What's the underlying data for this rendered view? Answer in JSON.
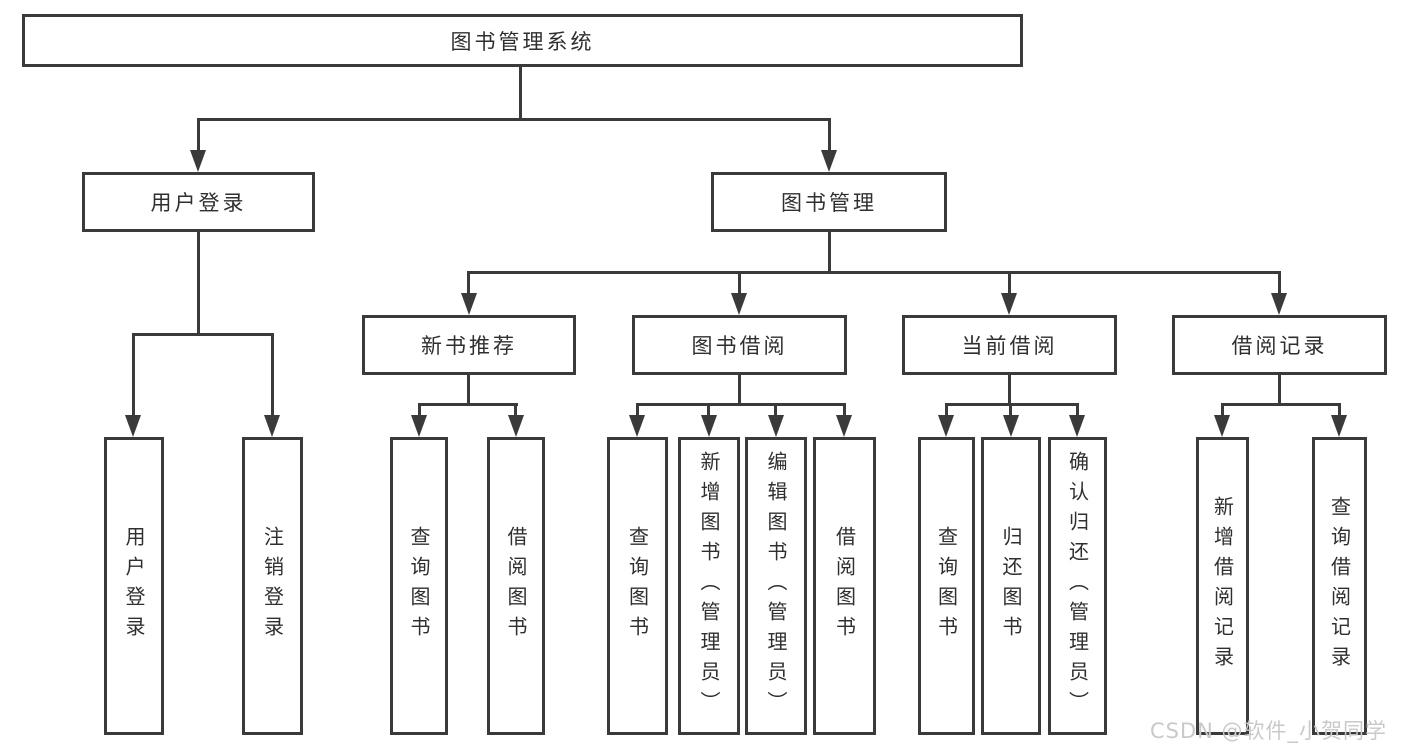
{
  "diagram": {
    "root_label": "图书管理系统",
    "user_login": {
      "label": "用户登录",
      "children": {
        "login": "用户登录",
        "logout": "注销登录"
      }
    },
    "book_management": {
      "label": "图书管理",
      "new_book_recommend": {
        "label": "新书推荐",
        "children": {
          "query": "查询图书",
          "borrow": "借阅图书"
        }
      },
      "book_borrowing": {
        "label": "图书借阅",
        "children": {
          "query": "查询图书",
          "add": "新增图书（管理员）",
          "edit": "编辑图书（管理员）",
          "borrow": "借阅图书"
        }
      },
      "current_borrowing": {
        "label": "当前借阅",
        "children": {
          "query": "查询图书",
          "return": "归还图书",
          "confirm": "确认归还（管理员）"
        }
      },
      "borrowing_records": {
        "label": "借阅记录",
        "children": {
          "add": "新增借阅记录",
          "query": "查询借阅记录"
        }
      }
    }
  },
  "watermark": "CSDN @软件_小贺同学",
  "colors": {
    "line": "#3a3a3a",
    "text": "#2f2f2f",
    "watermark": "#c9c9c9",
    "background": "#ffffff"
  }
}
